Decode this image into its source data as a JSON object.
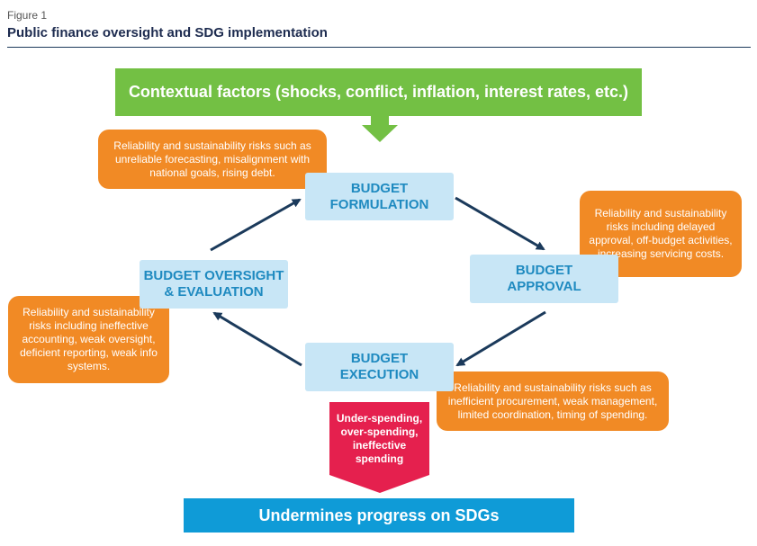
{
  "figure": {
    "label": "Figure 1",
    "title": "Public finance oversight and SDG implementation"
  },
  "context_banner": "Contextual factors (shocks, conflict, inflation, interest rates, etc.)",
  "stages": {
    "formulation": "BUDGET\nFORMULATION",
    "approval": "BUDGET\nAPPROVAL",
    "execution": "BUDGET\nEXECUTION",
    "oversight": "BUDGET OVERSIGHT\n& EVALUATION"
  },
  "risks": {
    "formulation": "Reliability and sustainability risks such as unreliable forecasting, misalignment with national goals, rising debt.",
    "approval": "Reliability and sustainability risks including delayed approval, off-budget activities, increasing servicing costs.",
    "oversight": "Reliability and sustainability risks including ineffective accounting, weak oversight, deficient reporting, weak info systems.",
    "execution": "Reliability and sustainability risks such as inefficient procurement, weak management, limited coordination, timing of spending."
  },
  "execution_outcome": "Under-spending, over-spending, ineffective spending",
  "sdg_banner": "Undermines progress on SDGs",
  "colors": {
    "context_green": "#73c044",
    "stage_fill": "#c8e6f6",
    "stage_text": "#1f8ac0",
    "risk_orange": "#f18a25",
    "outcome_red": "#e5204e",
    "sdg_blue": "#0f9bd7",
    "arrow_navy": "#1b3a5b"
  }
}
